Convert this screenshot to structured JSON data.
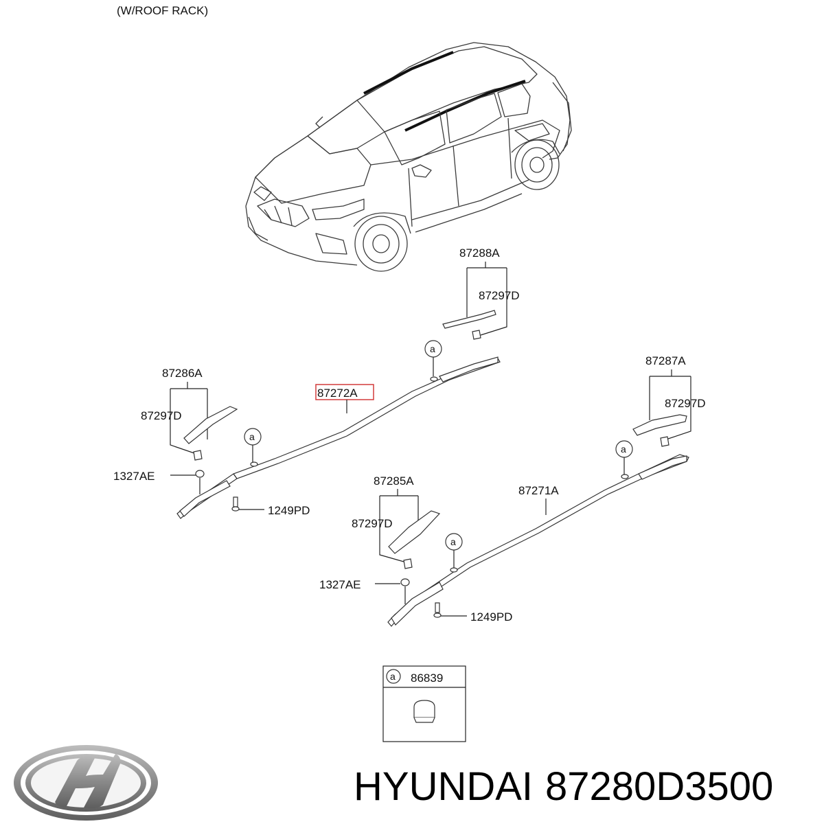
{
  "header": {
    "variant_note": "(W/ROOF RACK)"
  },
  "labels": {
    "l87288A": "87288A",
    "l87297D_top": "87297D",
    "l87286A": "87286A",
    "l87297D_left": "87297D",
    "l87272A": "87272A",
    "l1327AE_left": "1327AE",
    "l1249PD_left": "1249PD",
    "l87287A": "87287A",
    "l87297D_right": "87297D",
    "l87285A": "87285A",
    "l87297D_mid": "87297D",
    "l87271A": "87271A",
    "l1327AE_mid": "1327AE",
    "l1249PD_mid": "1249PD"
  },
  "callouts": {
    "a1": "a",
    "a2": "a",
    "a3": "a",
    "a4": "a"
  },
  "legend": {
    "letter": "a",
    "part_number": "86839"
  },
  "footer": {
    "brand": "HYUNDAI",
    "part_number": "87280D3500"
  },
  "colors": {
    "highlight_box": "#d23b3b",
    "logo": "#8a8a8a"
  }
}
